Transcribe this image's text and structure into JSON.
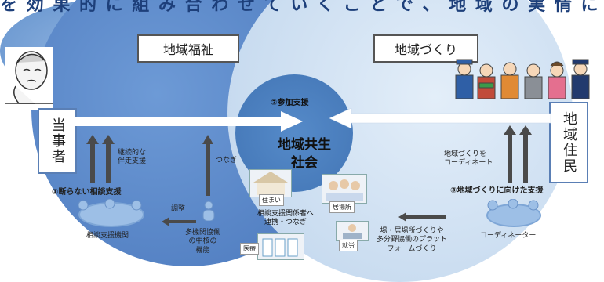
{
  "top_title_fragment": "を 効 果 的 に 組 み 合 わ せ て い く こ と で 、 地 域 の 実 情 に 応 じ た 支 援",
  "circles": {
    "left_label": "地域福祉",
    "right_label": "地域づくり"
  },
  "center": {
    "title_line1": "地域共生",
    "title_line2": "社会",
    "participation": "②参加支援"
  },
  "left_side": {
    "person_box": "当事者",
    "continuous_support": "継続的な\n伴走支援",
    "connect": "つなぎ",
    "support_1": "①断らない相談支援",
    "consult_agency": "相談支援機関",
    "adjust": "調整",
    "multi_agency": "多機関協働\nの中核の\n機能"
  },
  "right_side": {
    "resident_box": "地域住民",
    "coordinate": "地域づくりを\nコーディネート",
    "support_3": "③地域づくりに向けた支援",
    "coordinator": "コーディネーター",
    "platform": "場・居場所づくりや\n多分野協働のプラット\nフォームづくり"
  },
  "bottom": {
    "link_text": "相談支援関係者へ\n連携・つなぎ",
    "housing": "住まい",
    "place": "居場所",
    "medical": "医療",
    "employment": "就労"
  },
  "colors": {
    "left_circle": "#5582c4",
    "right_circle": "#c9dcf0",
    "arrow": "#ffffff",
    "accent": "#3f74b6"
  }
}
